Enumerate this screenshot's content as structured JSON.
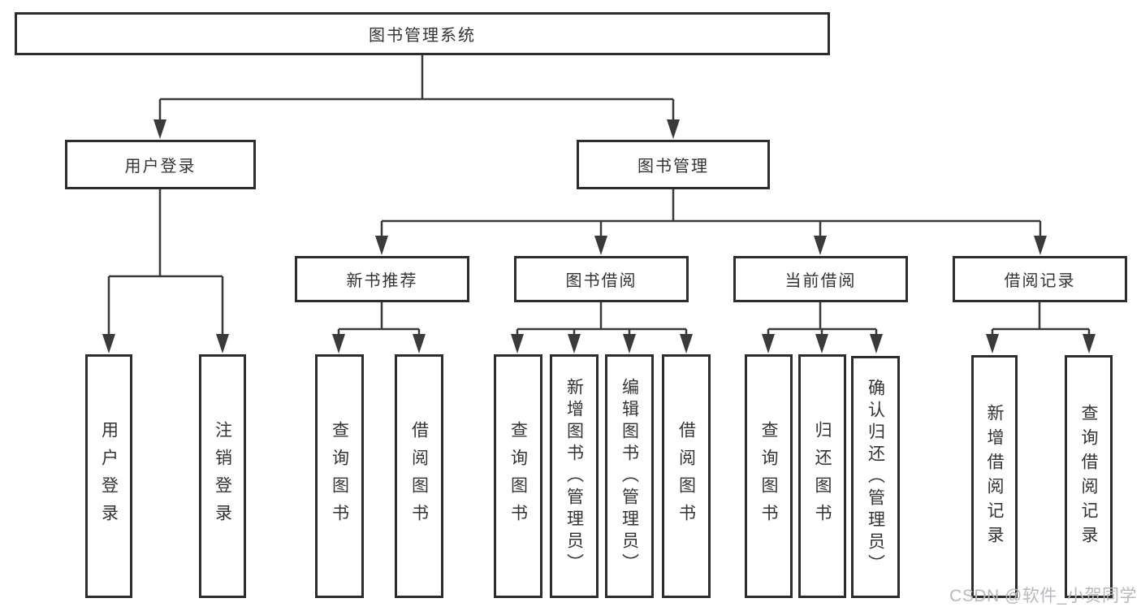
{
  "tree": {
    "root": {
      "label": "图书管理系统"
    },
    "children": [
      {
        "label": "用户登录",
        "children": [
          {
            "label": "用户登录"
          },
          {
            "label": "注销登录"
          }
        ]
      },
      {
        "label": "图书管理",
        "children": [
          {
            "label": "新书推荐",
            "children": [
              {
                "label": "查询图书"
              },
              {
                "label": "借阅图书"
              }
            ]
          },
          {
            "label": "图书借阅",
            "children": [
              {
                "label": "查询图书"
              },
              {
                "label": "新增图书（管理员）"
              },
              {
                "label": "编辑图书（管理员）"
              },
              {
                "label": "借阅图书"
              }
            ]
          },
          {
            "label": "当前借阅",
            "children": [
              {
                "label": "查询图书"
              },
              {
                "label": "归还图书"
              },
              {
                "label": "确认归还（管理员）"
              }
            ]
          },
          {
            "label": "借阅记录",
            "children": [
              {
                "label": "新增借阅记录"
              },
              {
                "label": "查询借阅记录"
              }
            ]
          }
        ]
      }
    ]
  },
  "watermark": {
    "text": "CSDN @软件_小贺同学"
  },
  "colors": {
    "line": "#3a3a3a",
    "border": "#2d2d2d",
    "text": "#333333",
    "watermark": "#b5b9bd",
    "background": "#ffffff"
  }
}
